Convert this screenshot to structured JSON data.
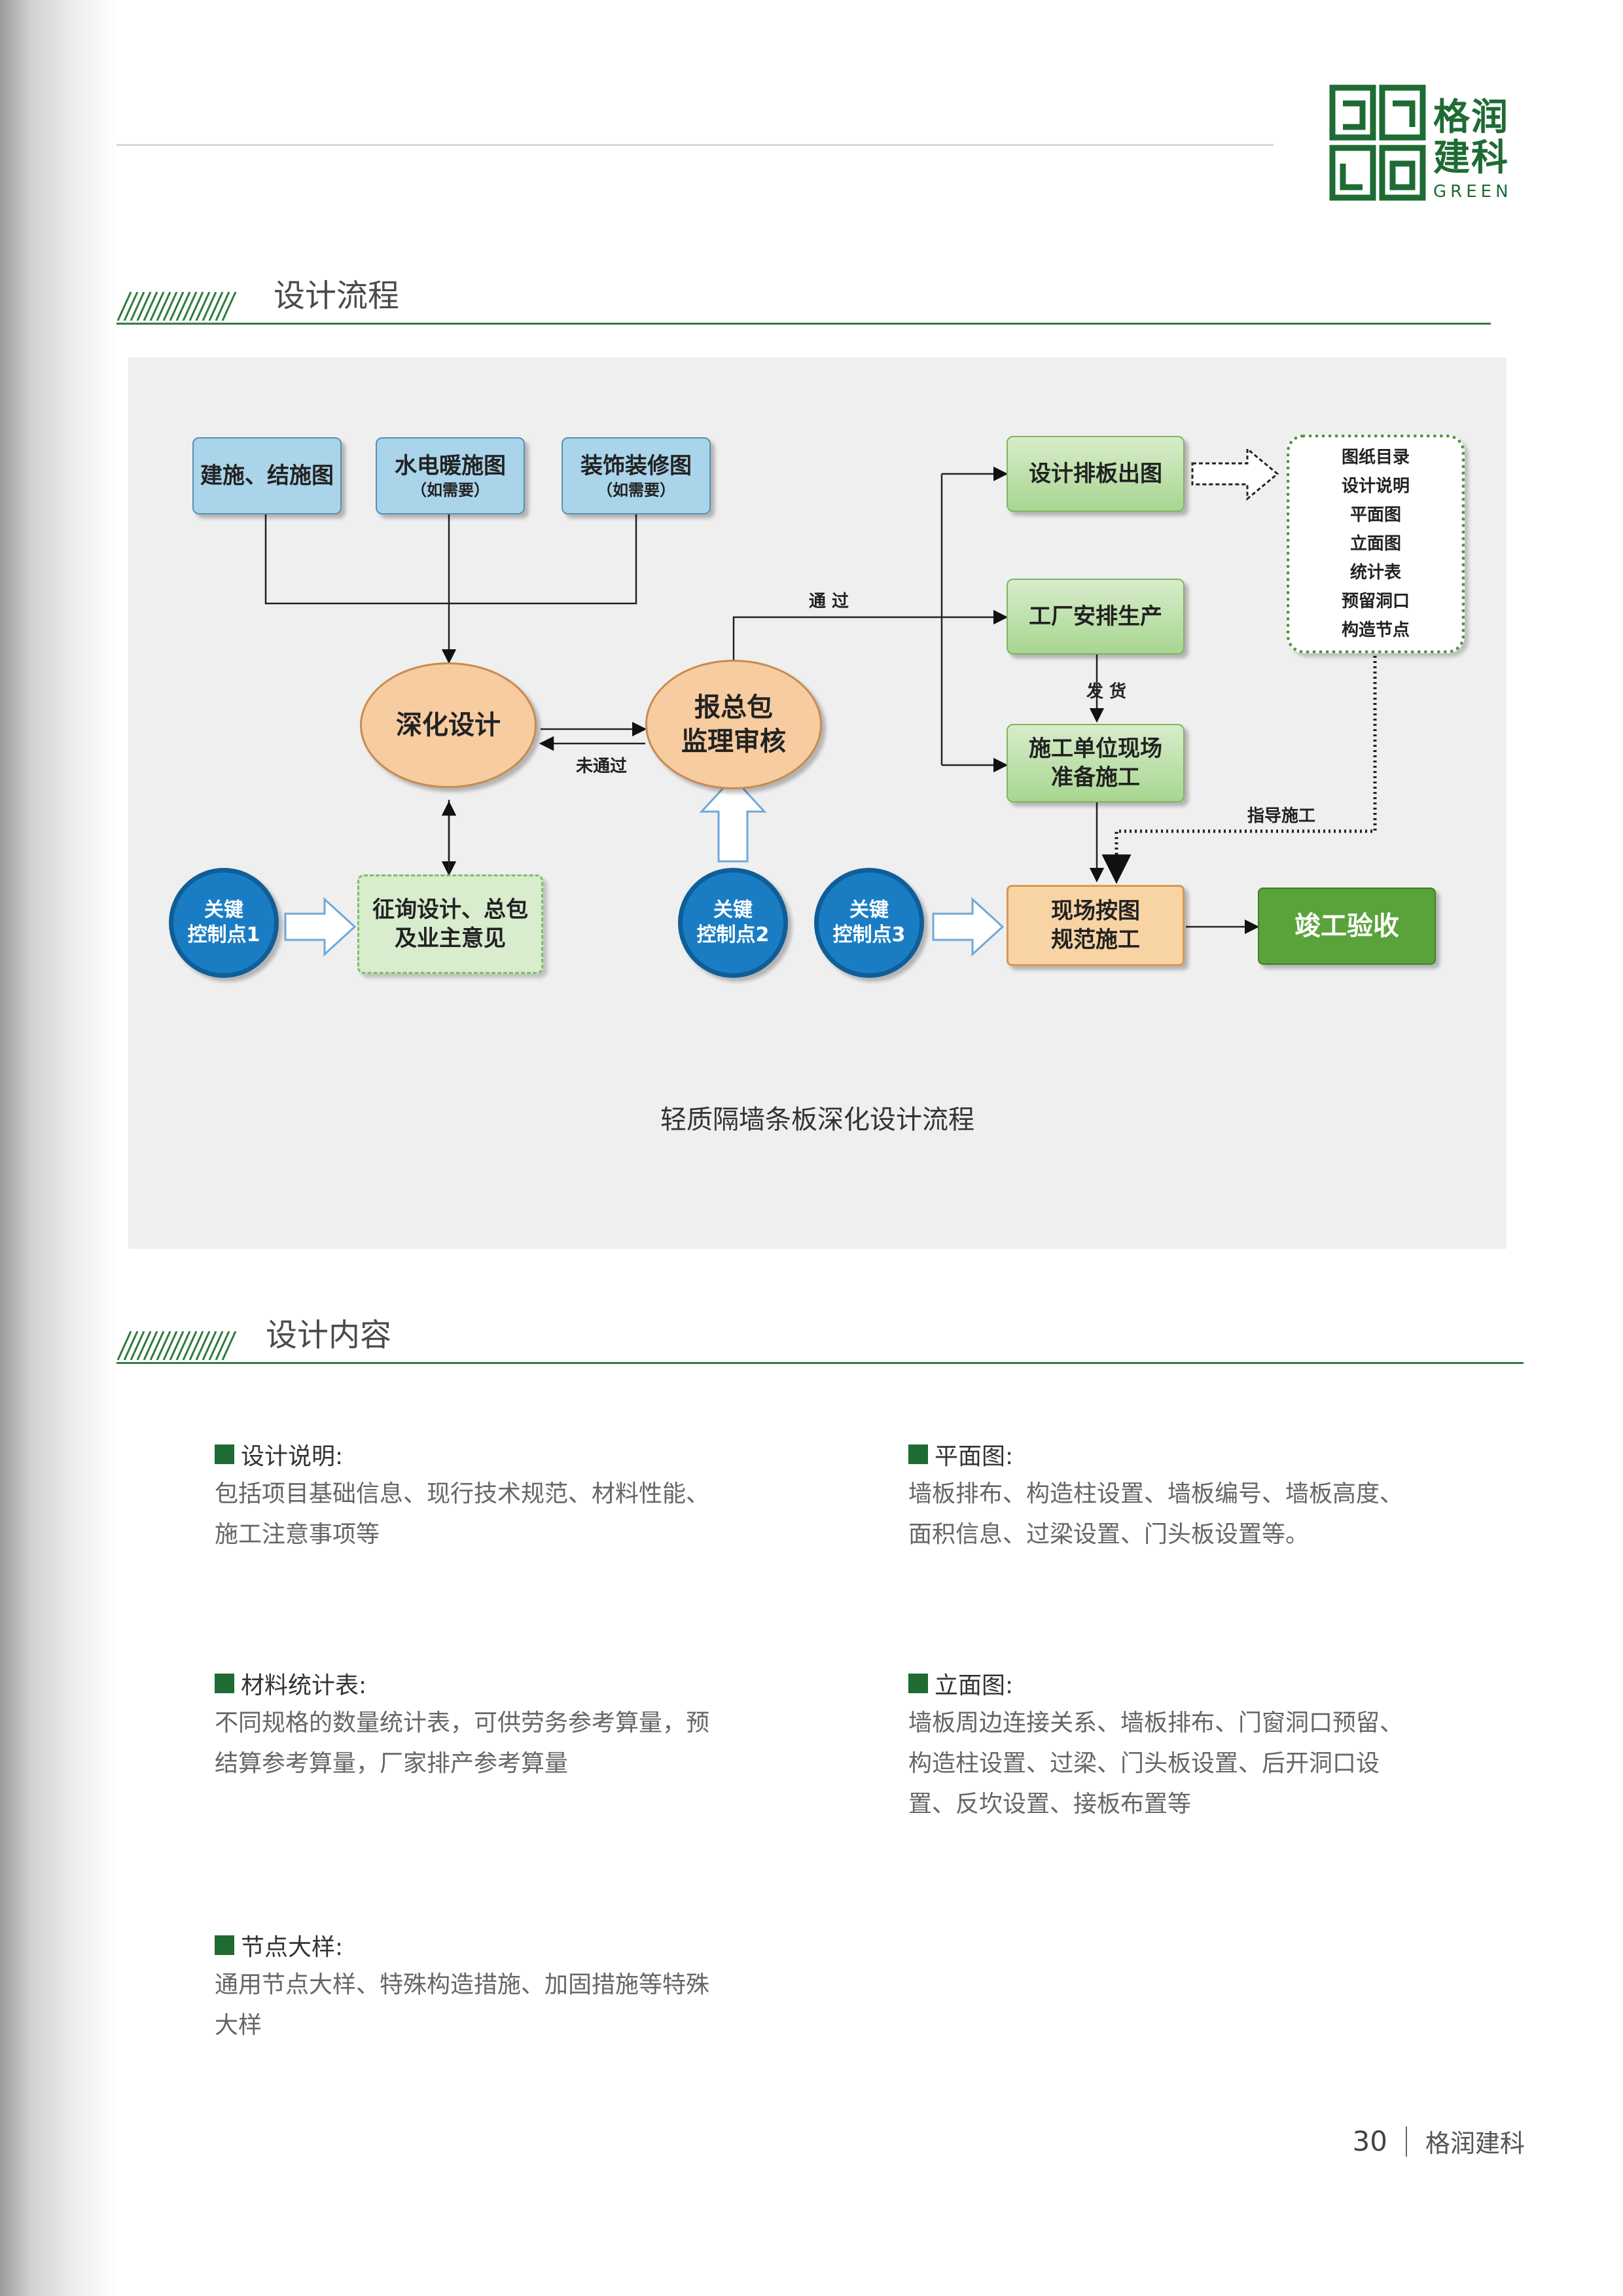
{
  "brand": {
    "name_line1": "格润",
    "name_line2": "建科",
    "name_en": "GREEN",
    "color": "#1e6b34"
  },
  "sections": {
    "process_title": "设计流程",
    "content_title": "设计内容"
  },
  "diagram": {
    "caption": "轻质隔墙条板深化设计流程",
    "inputs": [
      {
        "line1": "建施、结施图",
        "line2": ""
      },
      {
        "line1": "水电暖施图",
        "line2": "（如需要）"
      },
      {
        "line1": "装饰装修图",
        "line2": "（如需要）"
      }
    ],
    "deepen_design": "深化设计",
    "review": {
      "line1": "报总包",
      "line2": "监理审核"
    },
    "consult": {
      "line1": "征询设计、总包",
      "line2": "及业主意见"
    },
    "key_points": [
      {
        "line1": "关键",
        "line2": "控制点1"
      },
      {
        "line1": "关键",
        "line2": "控制点2"
      },
      {
        "line1": "关键",
        "line2": "控制点3"
      }
    ],
    "layout_output": "设计排板出图",
    "factory": "工厂安排生产",
    "site_prep": {
      "line1": "施工单位现场",
      "line2": "准备施工"
    },
    "site_build": {
      "line1": "现场按图",
      "line2": "规范施工"
    },
    "acceptance": "竣工验收",
    "deliverables": [
      "图纸目录",
      "设计说明",
      "平面图",
      "立面图",
      "统计表",
      "预留洞口",
      "构造节点"
    ],
    "labels": {
      "pass": "通 过",
      "fail": "未通过",
      "ship": "发 货",
      "guide": "指导施工"
    },
    "colors": {
      "blue_box": "#a9d4ea",
      "green_box": "#a8d690",
      "peach": "#f8d3a4",
      "circle": "#1a7dc4",
      "acceptance": "#5aa33b"
    }
  },
  "contents": [
    {
      "title": "设计说明:",
      "body": "包括项目基础信息、现行技术规范、材料性能、施工注意事项等"
    },
    {
      "title": "平面图:",
      "body": "墙板排布、构造柱设置、墙板编号、墙板高度、面积信息、过梁设置、门头板设置等。"
    },
    {
      "title": "材料统计表:",
      "body": "不同规格的数量统计表，可供劳务参考算量，预结算参考算量，厂家排产参考算量"
    },
    {
      "title": "立面图:",
      "body": "墙板周边连接关系、墙板排布、门窗洞口预留、构造柱设置、过梁、门头板设置、后开洞口设置、反坎设置、接板布置等"
    },
    {
      "title": "节点大样:",
      "body": "通用节点大样、特殊构造措施、加固措施等特殊大样"
    }
  ],
  "footer": {
    "page_number": "30",
    "brand": "格润建科"
  }
}
